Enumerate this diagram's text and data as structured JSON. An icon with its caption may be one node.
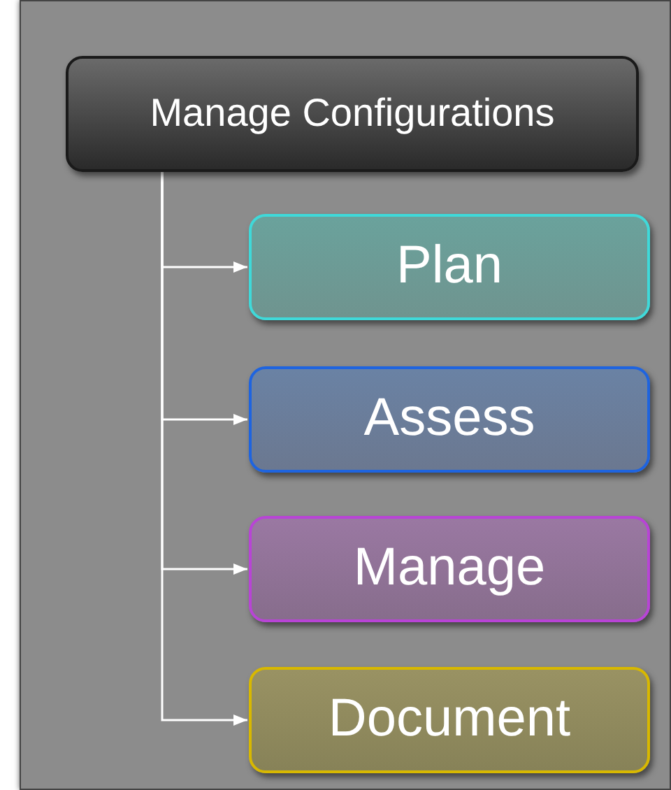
{
  "diagram": {
    "nodes": [
      {
        "text": [
          "Manage Configurations"
        ]
      },
      {
        "text": [
          "Plan"
        ]
      },
      {
        "text": [
          "Assess"
        ]
      },
      {
        "text": [
          "Manage"
        ]
      },
      {
        "text": [
          "Document"
        ]
      }
    ],
    "edges": [
      {
        "from": 0,
        "to": 1,
        "arrow": "to"
      },
      {
        "from": 0,
        "to": 2,
        "arrow": "to"
      },
      {
        "from": 0,
        "to": 3,
        "arrow": "to"
      },
      {
        "from": 0,
        "to": 4,
        "arrow": "to"
      }
    ]
  }
}
